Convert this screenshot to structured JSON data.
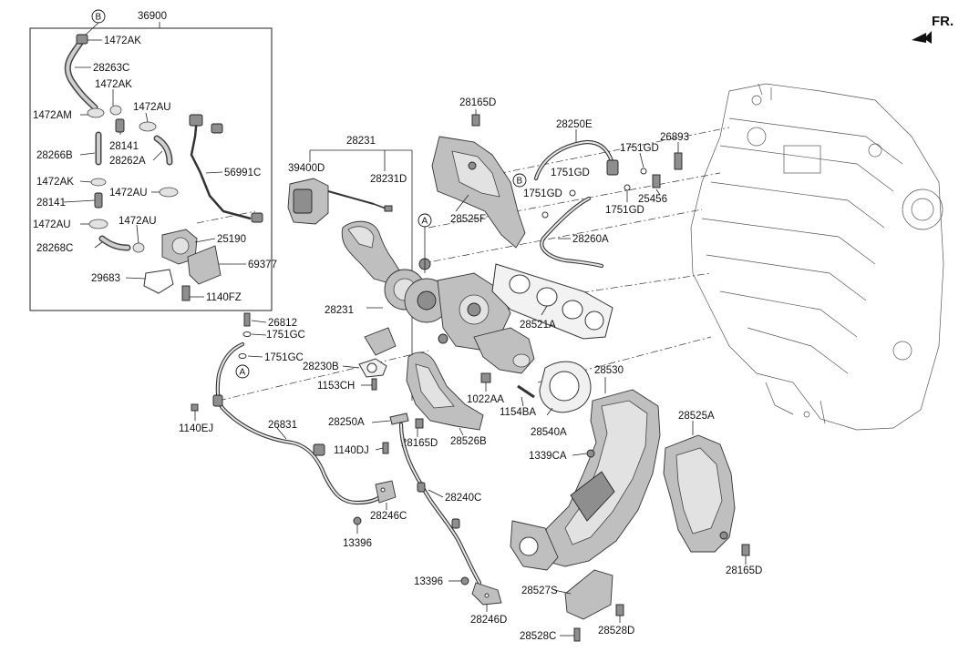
{
  "labels": {
    "fr": "FR.",
    "b_top": "B",
    "p36900": "36900",
    "p1472AK_1": "1472AK",
    "p28263C": "28263C",
    "p1472AK_2": "1472AK",
    "p1472AM": "1472AM",
    "p1472AU_1": "1472AU",
    "p28141_1": "28141",
    "p28262A": "28262A",
    "p28266B": "28266B",
    "p56991C": "56991C",
    "p1472AK_3": "1472AK",
    "p1472AU_2": "1472AU",
    "p28141_2": "28141",
    "p1472AU_3": "1472AU",
    "p1472AU_4": "1472AU",
    "p25190": "25190",
    "p28268C": "28268C",
    "p69377": "69377",
    "p29683": "29683",
    "p1140FZ": "1140FZ",
    "p28165D_1": "28165D",
    "p28231_top": "28231",
    "p39400D": "39400D",
    "p28231D": "28231D",
    "p28250E": "28250E",
    "p26893": "26893",
    "p1751GD_1": "1751GD",
    "b_mid": "B",
    "p1751GD_2": "1751GD",
    "p1751GD_3": "1751GD",
    "p25456": "25456",
    "p1751GD_4": "1751GD",
    "a_mid": "A",
    "p28525F": "28525F",
    "p28260A": "28260A",
    "p28521A": "28521A",
    "p28231_low": "28231",
    "p26812": "26812",
    "p1751GC_1": "1751GC",
    "p1751GC_2": "1751GC",
    "a_left": "A",
    "p28230B": "28230B",
    "p1153CH": "1153CH",
    "p1022AA": "1022AA",
    "p1154BA": "1154BA",
    "p28530": "28530",
    "p28540A": "28540A",
    "p28525A": "28525A",
    "p1140EJ": "1140EJ",
    "p28250A": "28250A",
    "p28165D_2": "28165D",
    "p28526B": "28526B",
    "p1339CA": "1339CA",
    "p26831": "26831",
    "p1140DJ": "1140DJ",
    "p28240C": "28240C",
    "p28246C": "28246C",
    "p13396_1": "13396",
    "p28165D_3": "28165D",
    "p13396_2": "13396",
    "p28527S": "28527S",
    "p28246D": "28246D",
    "p28528C": "28528C",
    "p28528D": "28528D"
  }
}
